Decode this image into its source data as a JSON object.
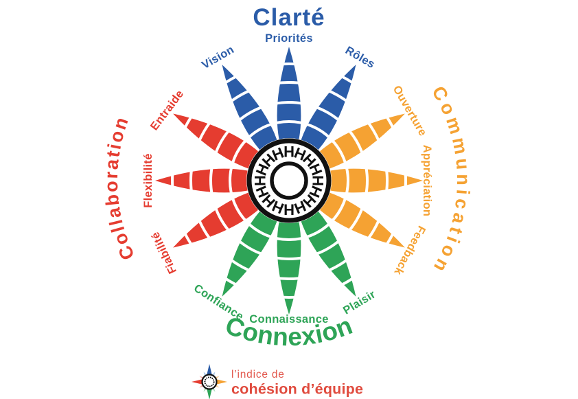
{
  "wheel": {
    "center_letter": "H",
    "center_letter_count": 16,
    "quadrants": [
      {
        "id": "clarte",
        "title": "Clarté",
        "color": "#2B5CA8",
        "spokes": [
          "Vision",
          "Priorités",
          "Rôles"
        ]
      },
      {
        "id": "communication",
        "title": "Communication",
        "color": "#F5A233",
        "spokes": [
          "Ouverture",
          "Appréciation",
          "Feedback"
        ]
      },
      {
        "id": "connexion",
        "title": "Connexion",
        "color": "#2EA457",
        "spokes": [
          "Plaisir",
          "Connaissance",
          "Confiance"
        ]
      },
      {
        "id": "collaboration",
        "title": "Collaboration",
        "color": "#E53C30",
        "spokes": [
          "Entraide",
          "Flexibilité",
          "Fiabilité"
        ]
      }
    ]
  },
  "footer": {
    "line1": "l’indice de",
    "line2": "cohésion d’équipe",
    "line1_color": "#E2574C",
    "line2_color": "#E04B3E",
    "logo_tints": {
      "blue": "#A9C6E6",
      "orange": "#F8CF9C",
      "green": "#AEDCBD",
      "red": "#F4B0A8"
    },
    "logo_ring_color": "#111111"
  }
}
